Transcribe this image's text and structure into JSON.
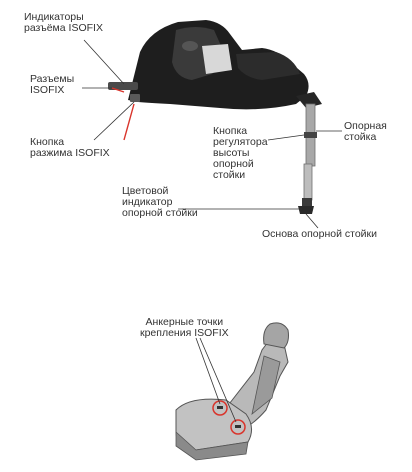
{
  "colors": {
    "callout_red": "#d9342b",
    "base_black": "#1e1e1e",
    "leg_metal": "#a8a8a8",
    "seat_gray": "#b9b9b9",
    "seat_dark": "#7d7d7d"
  },
  "labels": {
    "isofix_indicators": "Индикаторы\nразъёма ISOFIX",
    "isofix_connectors": "Разъемы\nISOFIX",
    "isofix_release_button": "Кнопка\nразжима ISOFIX",
    "leg_height_button": "Кнопка\nрегулятора\nвысоты\nопорной\nстойки",
    "support_leg": "Опорная\nстойка",
    "leg_color_indicator": "Цветовой\nиндикатор\nопорной стойки",
    "support_leg_base": "Основа опорной стойки",
    "isofix_anchor_points": "Анкерные точки\nкрепления ISOFIX"
  }
}
